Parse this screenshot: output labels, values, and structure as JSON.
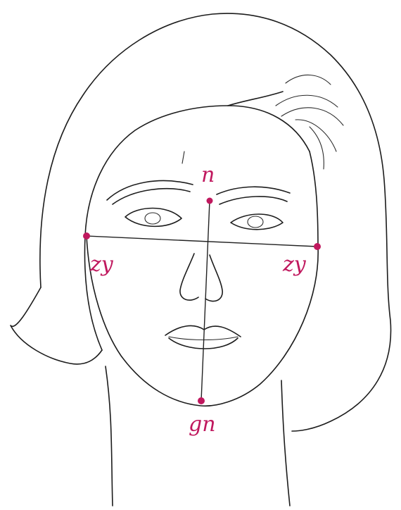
{
  "landmarks": [
    {
      "id": "n",
      "label": "n"
    },
    {
      "id": "zy-left",
      "label": "zy"
    },
    {
      "id": "zy-right",
      "label": "zy"
    },
    {
      "id": "gn",
      "label": "gn"
    }
  ],
  "colors": {
    "landmark": "#c0185e",
    "ink": "#1c1c1c",
    "paper": "#ffffff"
  }
}
